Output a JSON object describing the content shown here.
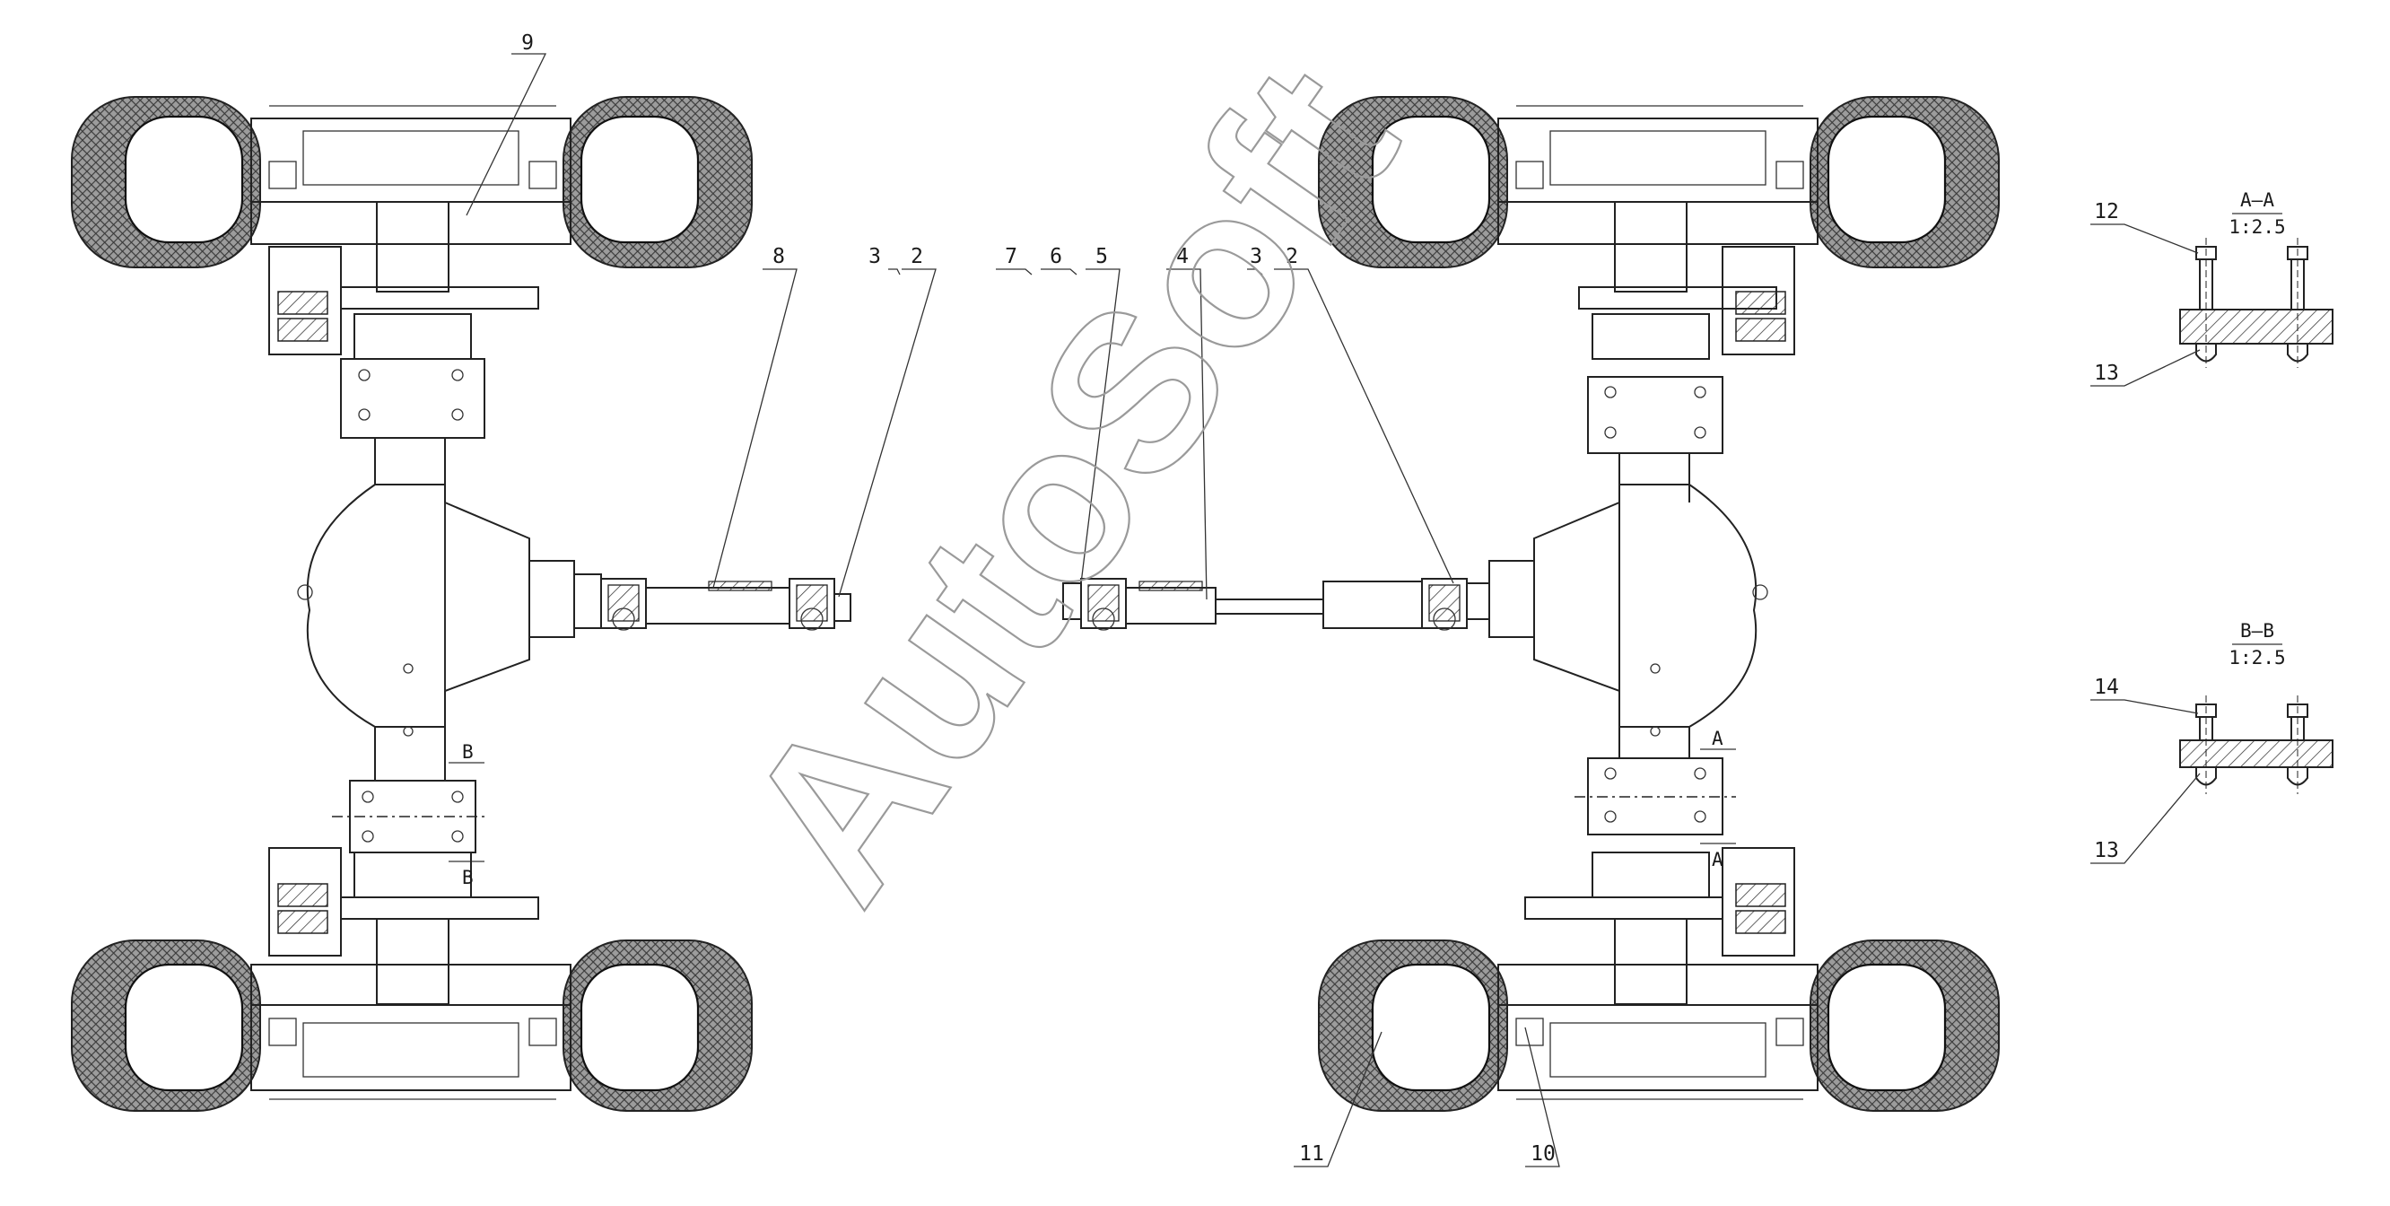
{
  "watermark": "AutoSoft",
  "callouts": [
    "9",
    "8",
    "3",
    "2",
    "7",
    "6",
    "5",
    "4",
    "3",
    "2",
    "11",
    "10",
    "12",
    "13",
    "14",
    "13"
  ],
  "section_labels": {
    "left_marks": [
      "B",
      "B"
    ],
    "right_marks": [
      "A",
      "A"
    ]
  },
  "section_views": [
    {
      "title": "A–A",
      "scale": "1:2.5"
    },
    {
      "title": "B–B",
      "scale": "1:2.5"
    }
  ],
  "colors": {
    "line": "#222222",
    "tire_fill": "hatch",
    "watermark": "#9a9a9a"
  }
}
